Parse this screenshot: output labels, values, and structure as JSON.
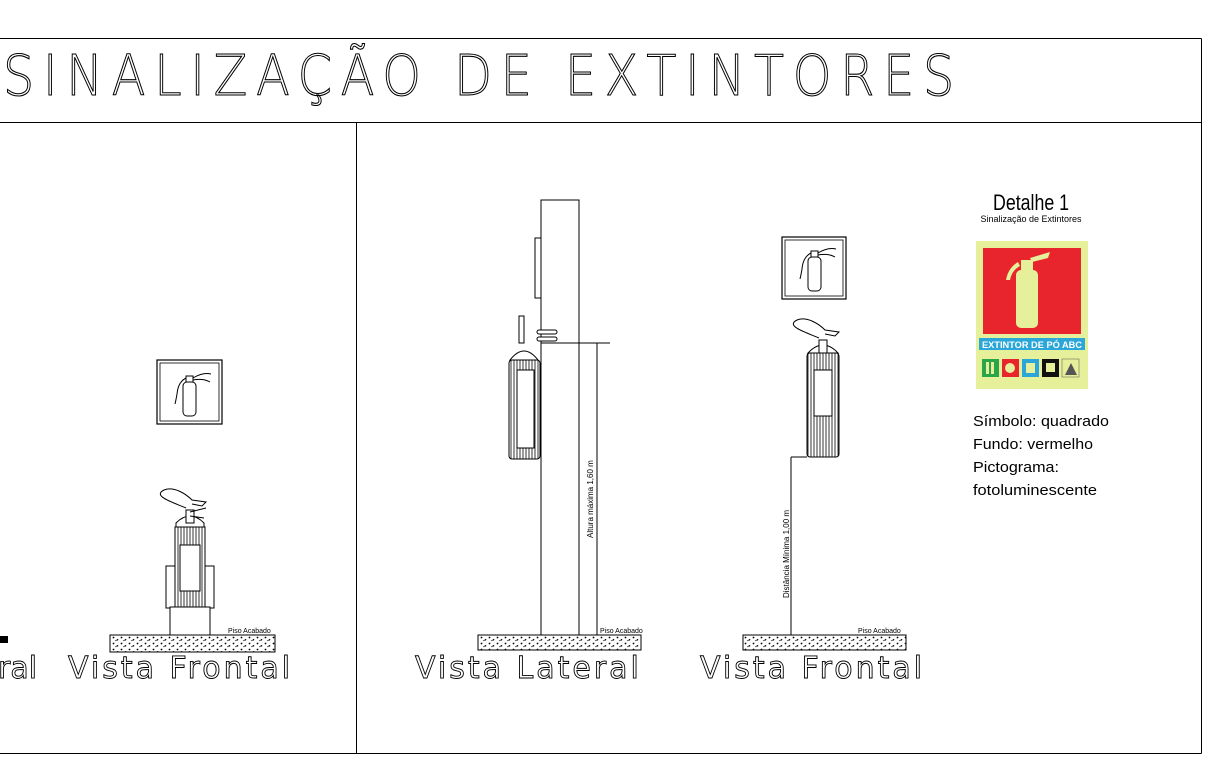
{
  "header": {
    "title": "SINALIZAÇÃO DE EXTINTORES"
  },
  "left_panel": {
    "partial_label": "ral",
    "view_frontal": "Vista Frontal",
    "floor_label": "Piso Acabado"
  },
  "right_panel": {
    "view_lateral": "Vista Lateral",
    "view_frontal": "Vista Frontal",
    "floor_label_lateral": "Piso Acabado",
    "floor_label_frontal": "Piso Acabado",
    "dim_max_height": "Altura máxima 1,60 m",
    "dim_min_distance": "Distância Mínima 1,00 m"
  },
  "detail": {
    "title": "Detalhe 1",
    "subtitle": "Sinalização de Extintores",
    "sign_text": "EXTINTOR DE PÓ ABC",
    "spec_lines": [
      "Símbolo: quadrado",
      "Fundo: vermelho",
      "Pictograma:",
      "fotoluminescente"
    ],
    "colors": {
      "sign_red": "#e8242c",
      "sign_glow": "#e6ef9a",
      "sign_blue": "#2aa6d9"
    }
  }
}
